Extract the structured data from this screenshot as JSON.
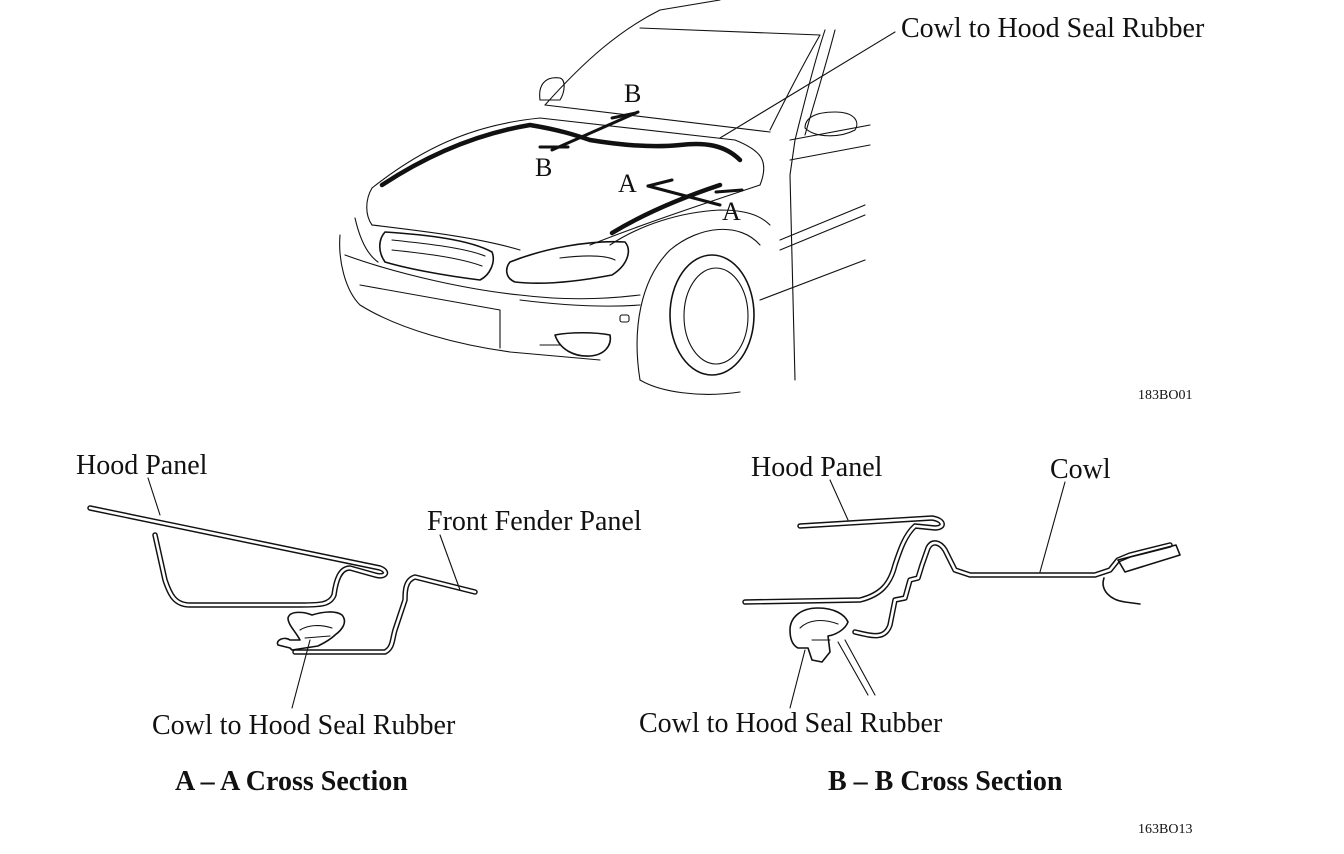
{
  "top_view": {
    "seal_label": "Cowl to Hood Seal Rubber",
    "section_letter_b": "B",
    "section_letter_a": "A",
    "figure_code": "183BO01"
  },
  "section_aa": {
    "hood_panel_label": "Hood Panel",
    "front_fender_label": "Front Fender Panel",
    "seal_label": "Cowl to Hood Seal Rubber",
    "caption": "A – A Cross Section"
  },
  "section_bb": {
    "hood_panel_label": "Hood Panel",
    "cowl_label": "Cowl",
    "seal_label": "Cowl to Hood Seal Rubber",
    "caption": "B – B Cross Section"
  },
  "footer": {
    "figure_code": "163BO13"
  }
}
